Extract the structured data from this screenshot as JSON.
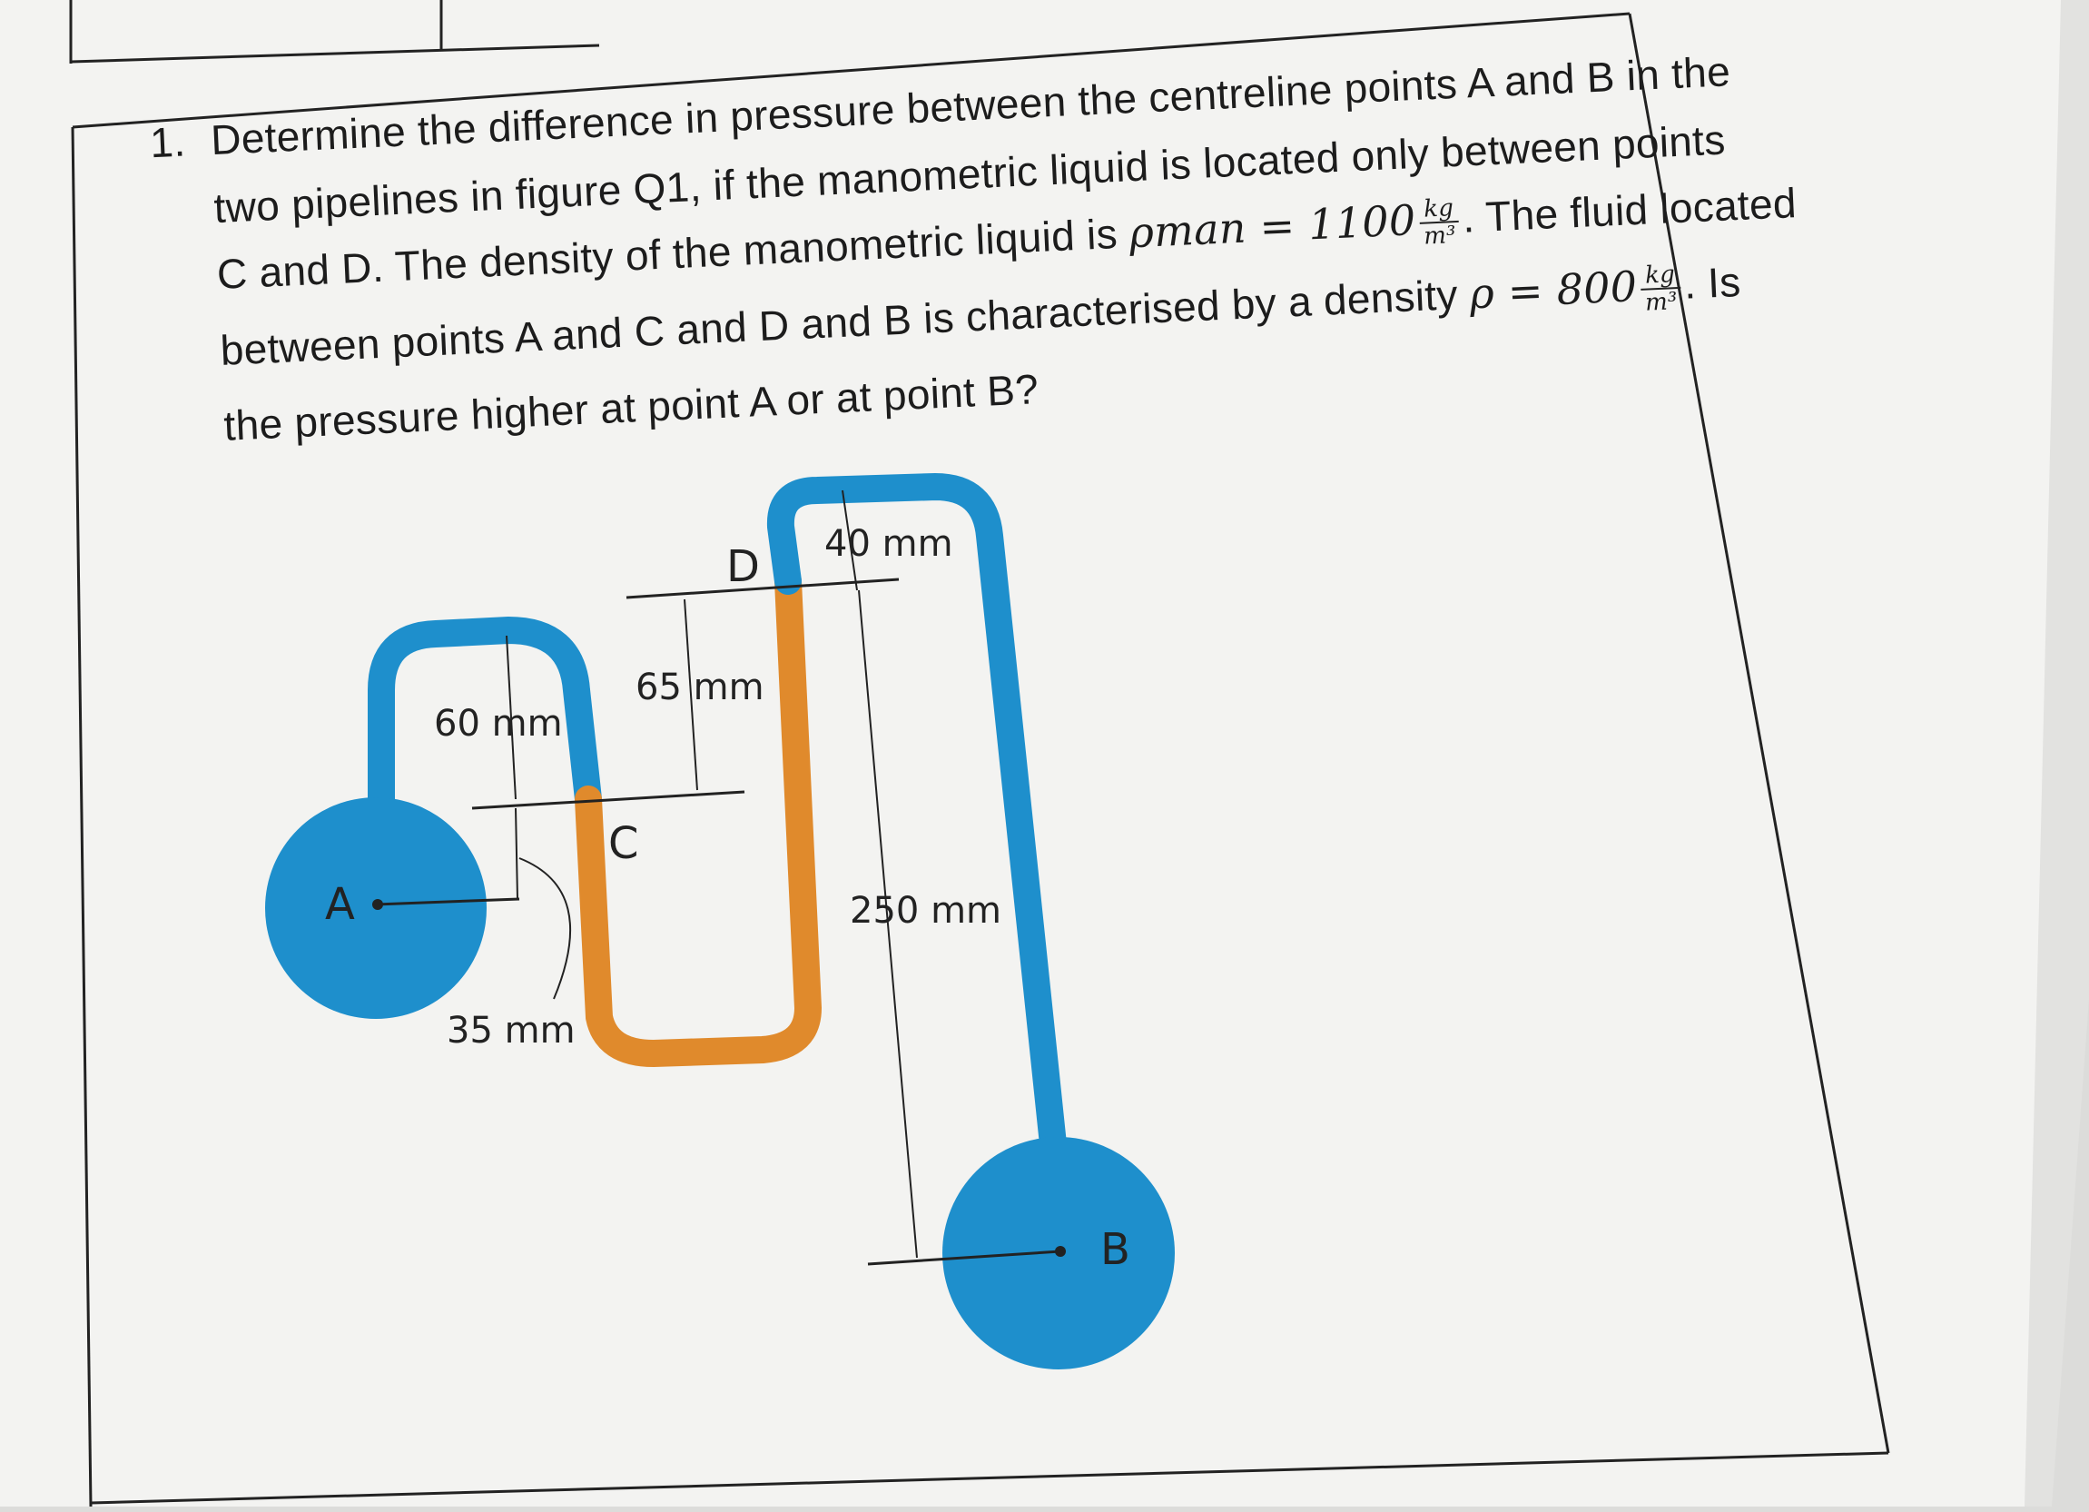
{
  "question": {
    "number": "1.",
    "line1": "Determine the difference in pressure between the centreline points A and B in the",
    "line2": "two pipelines in figure Q1, if the manometric liquid is located only between points",
    "line3_pre": "C and D. The density of the manometric liquid is ",
    "rho_man": "ρman = 1100",
    "unit_num": "kg",
    "unit_den": "m³",
    "line3_post": ". The fluid located",
    "line4_pre": "between points A and C and D and B is characterised by a density ",
    "rho": "ρ = 800",
    "line4_post": ". Is",
    "line5": "the pressure higher at point A or at point B?"
  },
  "figure": {
    "point_a": "A",
    "point_b": "B",
    "point_c": "C",
    "point_d": "D",
    "dim_60": "60 mm",
    "dim_65": "65 mm",
    "dim_40": "40 mm",
    "dim_250": "250 mm",
    "dim_35": "35 mm"
  },
  "colors": {
    "pipe_fluid": "#1e8fcc",
    "manometric_liquid": "#e08a2c",
    "paper": "#f2f2f0",
    "ink": "#222222"
  }
}
